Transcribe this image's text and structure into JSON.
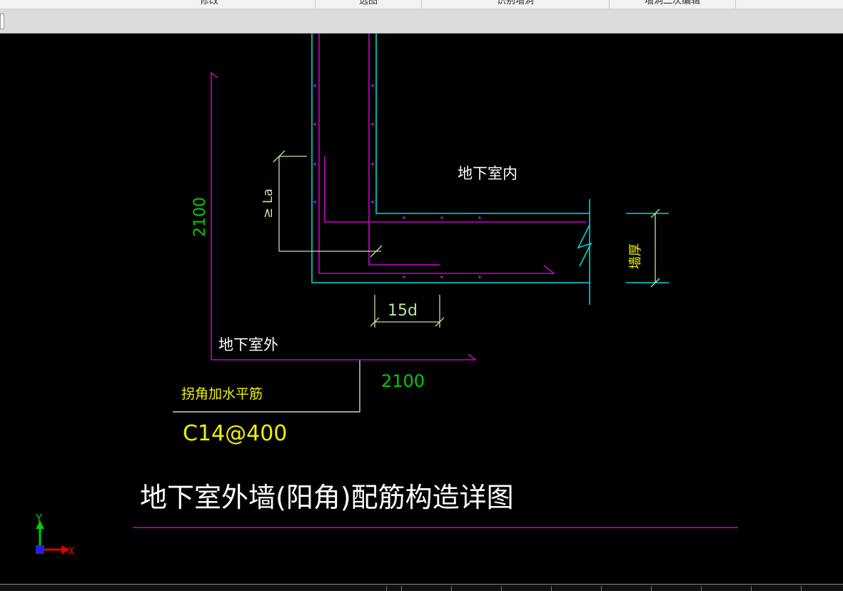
{
  "tabs": [
    "修改",
    "选图",
    "识别墙洞",
    "墙洞二次编辑"
  ],
  "drawing": {
    "label_inside": "地下室内",
    "label_outside": "地下室外",
    "dim_vertical": "2100",
    "dim_horizontal": "2100",
    "dim_la": "≥ La",
    "dim_15d": "15d",
    "wall_thickness": "墙厚",
    "corner_rebar_label": "拐角加水平筋",
    "corner_rebar_spec": "C14@400",
    "title": "地下室外墙(阳角)配筋构造详图",
    "axis_y": "Y",
    "axis_x": "X"
  },
  "colors": {
    "concrete": "#00d8d8",
    "rebar": "#cc00cc",
    "dim": "#b8e6a0",
    "dim_text_green": "#00cc00",
    "note_yellow": "#f0f000",
    "text_white": "#ffffff",
    "leader": "#d0d0d0"
  }
}
